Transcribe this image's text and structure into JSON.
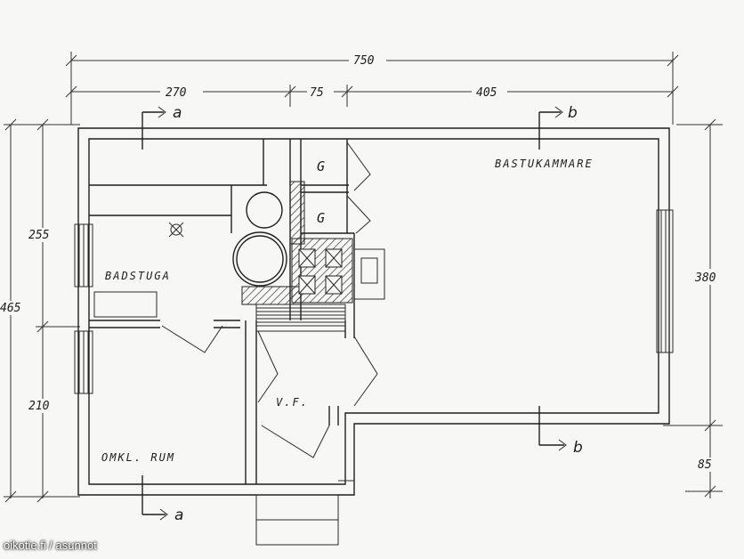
{
  "rooms": {
    "bastukammare": "BASTUKAMMARE",
    "badstuga": "BADSTUGA",
    "omkl_rum": "OMKL. RUM",
    "vf": "V.F.",
    "g1": "G",
    "g2": "G"
  },
  "dimensions": {
    "total_width": "750",
    "seg1": "270",
    "seg2": "75",
    "seg3": "405",
    "left_upper": "255",
    "left_total": "465",
    "left_lower": "210",
    "right_main": "380",
    "right_lower": "85"
  },
  "sections": {
    "a_top": "a",
    "a_bottom": "a",
    "b_top": "b",
    "b_bottom": "b"
  },
  "watermark": "oikotie.fi / asunnot"
}
